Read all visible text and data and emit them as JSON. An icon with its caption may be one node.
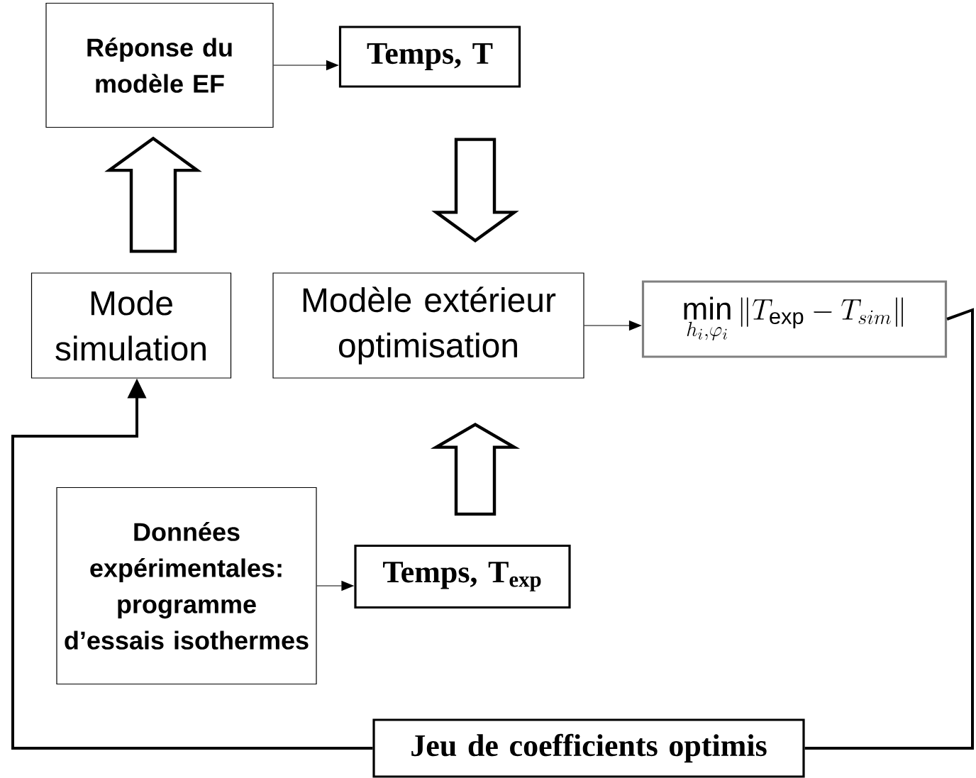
{
  "diagram": {
    "nodes": [
      {
        "text": [
          "Réponse du modèle EF"
        ]
      },
      {
        "text": [
          "Temps, T"
        ]
      },
      {
        "text": [
          "Mode simulation"
        ]
      },
      {
        "text": [
          "Modèle extérieur optimisation"
        ]
      },
      {
        "text": [
          "\\min\\limits_{h_i,\\varphi_i}\\left\\| T_{\\exp} - T_{sim} \\right\\|"
        ]
      },
      {
        "text": [
          "Données expérimentales: programme d’essais isothermes"
        ]
      },
      {
        "text": [
          "Temps, T$_{exp}$"
        ]
      },
      {
        "text": [
          "Jeu de coefficients optimis"
        ]
      }
    ],
    "edges": [
      {
        "from": 0,
        "to": 1,
        "arrow": "to"
      },
      {
        "from": 2,
        "to": 0,
        "arrow": "to"
      },
      {
        "from": 1,
        "to": 3,
        "arrow": "to"
      },
      {
        "from": 3,
        "to": 4,
        "arrow": "to"
      },
      {
        "from": 5,
        "to": 6,
        "arrow": "to"
      },
      {
        "from": 6,
        "to": 3,
        "arrow": "to"
      },
      {
        "from": 4,
        "to": 7,
        "arrow": "none",
        "style": "thick"
      },
      {
        "from": 7,
        "to": 2,
        "arrow": "to",
        "style": "thick"
      }
    ]
  }
}
